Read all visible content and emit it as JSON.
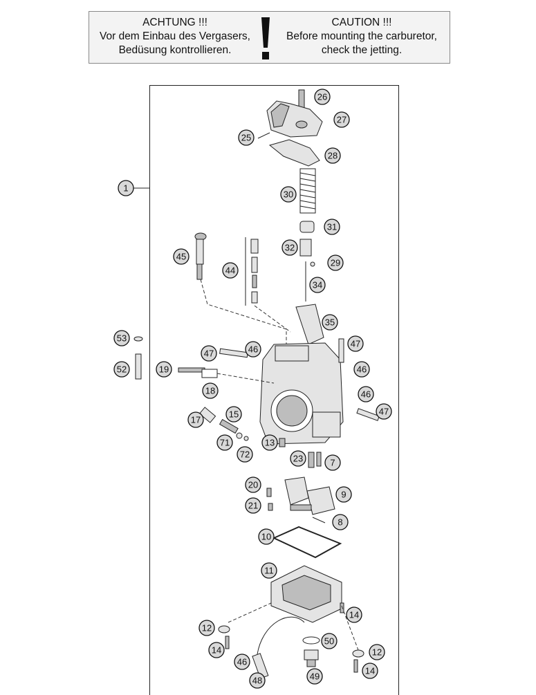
{
  "caution": {
    "de_title": "ACHTUNG !!!",
    "de_line1": "Vor dem Einbau des Vergasers,",
    "de_line2": "Bedüsung kontrollieren.",
    "en_title": "CAUTION !!!",
    "en_line1": "Before mounting the carburetor,",
    "en_line2": "check the jetting."
  },
  "callouts": [
    {
      "label": "1"
    },
    {
      "label": "26"
    },
    {
      "label": "27"
    },
    {
      "label": "25"
    },
    {
      "label": "28"
    },
    {
      "label": "30"
    },
    {
      "label": "31"
    },
    {
      "label": "32"
    },
    {
      "label": "29"
    },
    {
      "label": "45"
    },
    {
      "label": "44"
    },
    {
      "label": "34"
    },
    {
      "label": "35"
    },
    {
      "label": "53"
    },
    {
      "label": "47"
    },
    {
      "label": "46"
    },
    {
      "label": "47"
    },
    {
      "label": "52"
    },
    {
      "label": "19"
    },
    {
      "label": "46"
    },
    {
      "label": "18"
    },
    {
      "label": "46"
    },
    {
      "label": "47"
    },
    {
      "label": "17"
    },
    {
      "label": "15"
    },
    {
      "label": "71"
    },
    {
      "label": "13"
    },
    {
      "label": "72"
    },
    {
      "label": "23"
    },
    {
      "label": "7"
    },
    {
      "label": "20"
    },
    {
      "label": "9"
    },
    {
      "label": "21"
    },
    {
      "label": "8"
    },
    {
      "label": "10"
    },
    {
      "label": "11"
    },
    {
      "label": "14"
    },
    {
      "label": "12"
    },
    {
      "label": "50"
    },
    {
      "label": "14"
    },
    {
      "label": "12"
    },
    {
      "label": "46"
    },
    {
      "label": "49"
    },
    {
      "label": "14"
    },
    {
      "label": "48"
    }
  ]
}
